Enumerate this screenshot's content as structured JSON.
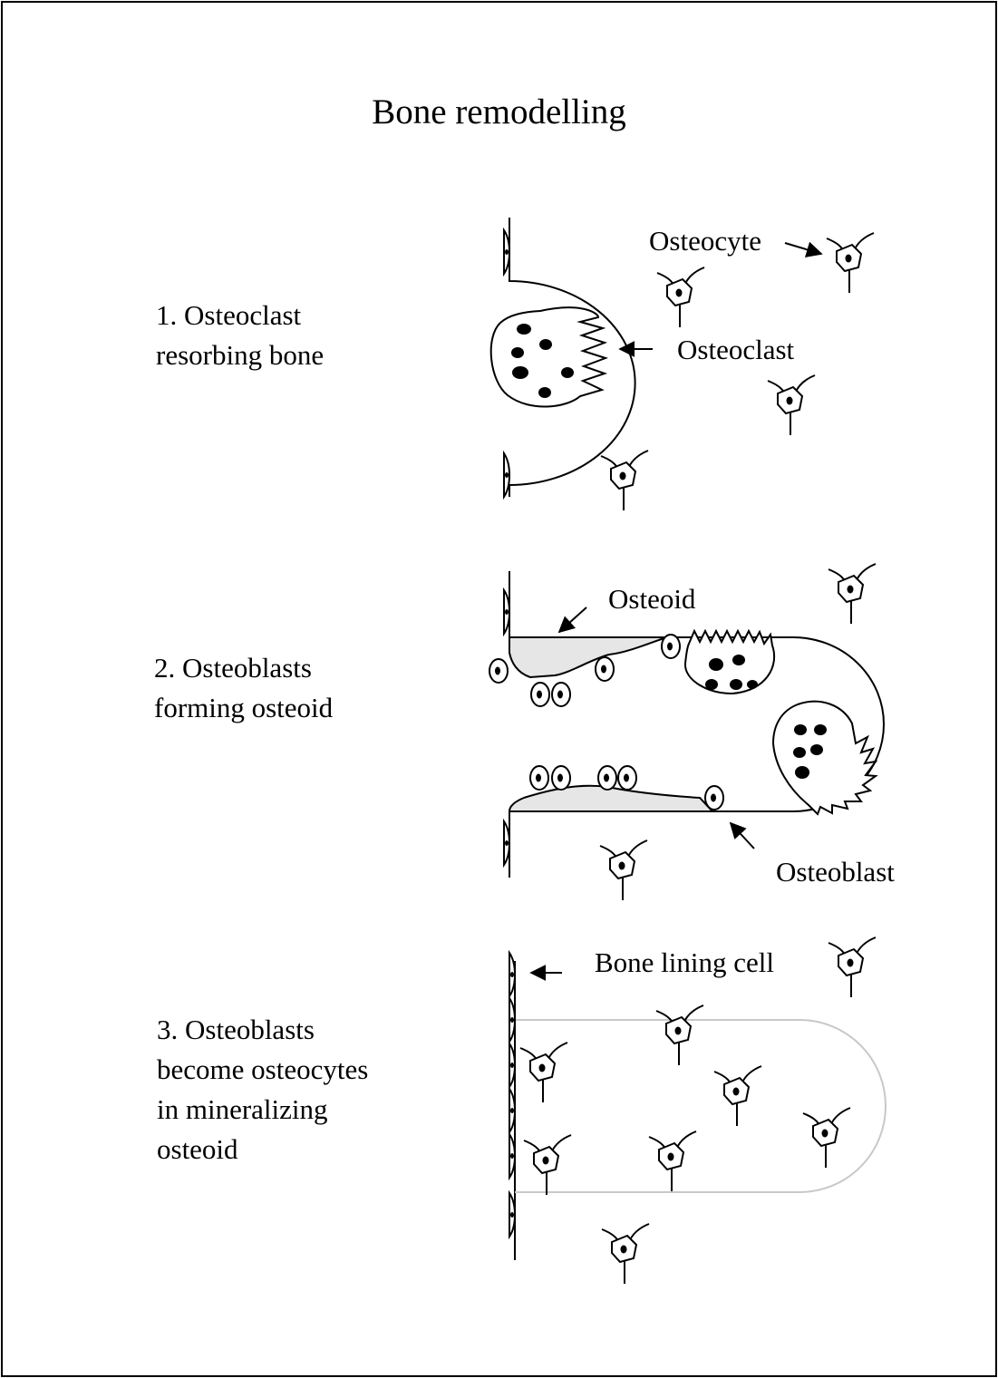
{
  "figure": {
    "title": "Bone remodelling"
  },
  "steps": [
    {
      "text": "1. Osteoclast\nresorbing bone"
    },
    {
      "text": "2. Osteoblasts\nforming osteoid"
    },
    {
      "text": "3. Osteoblasts\nbecome osteocytes\nin mineralizing\nosteoid"
    }
  ],
  "labels": {
    "osteocyte": "Osteocyte",
    "osteoclast": "Osteoclast",
    "osteoid": "Osteoid",
    "osteoblast": "Osteoblast",
    "bone_lining_cell": "Bone lining cell"
  },
  "colors": {
    "line": "#000000",
    "osteoid_fill": "#e6e6e6",
    "mineralizing_outline": "#c8c8c8"
  }
}
